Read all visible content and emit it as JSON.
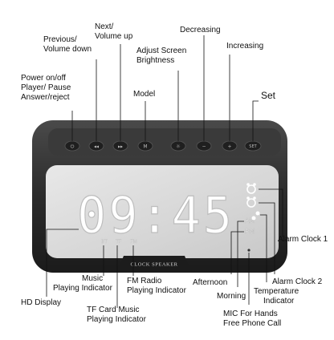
{
  "labels": {
    "power": [
      "Power on/off",
      "Player/ Pause",
      "Answer/reject"
    ],
    "previous": [
      "Previous/",
      "Volume down"
    ],
    "next": [
      "Next/",
      "Volume up"
    ],
    "model": [
      "Model"
    ],
    "adjust": [
      "Adjust Screen",
      "Brightness"
    ],
    "decreasing": [
      "Decreasing"
    ],
    "increasing": [
      "Increasing"
    ],
    "set": [
      "Set"
    ],
    "alarm1": [
      "Alarm Clock 1"
    ],
    "alarm2": [
      "Alarm Clock 2"
    ],
    "temperature": [
      "Temperature",
      "Indicator"
    ],
    "mic": [
      "MIC For Hands",
      "Free Phone Call"
    ],
    "morning": [
      "Morning"
    ],
    "afternoon": [
      "Afternoon"
    ],
    "fm": [
      "FM Radio",
      "Playing Indicator"
    ],
    "music": [
      "Music",
      "Playing Indicator"
    ],
    "tf": [
      "TF Card Music",
      "Playing Indicator"
    ],
    "hd": [
      "HD Display"
    ]
  },
  "display": {
    "time": "09:45",
    "am": "AM",
    "pm": "PM",
    "mode_icons": [
      "BT",
      "TF",
      "FM"
    ],
    "brand": "CLOCK SPEAKER"
  },
  "buttons": [
    "⏻",
    "◂◂",
    "▸▸",
    "M",
    "☼",
    "−",
    "+",
    "SET"
  ],
  "colors": {
    "body": "#2a2a2a",
    "screen": "#dedede",
    "digits": "#f7f7f7",
    "leader": "#111111"
  }
}
